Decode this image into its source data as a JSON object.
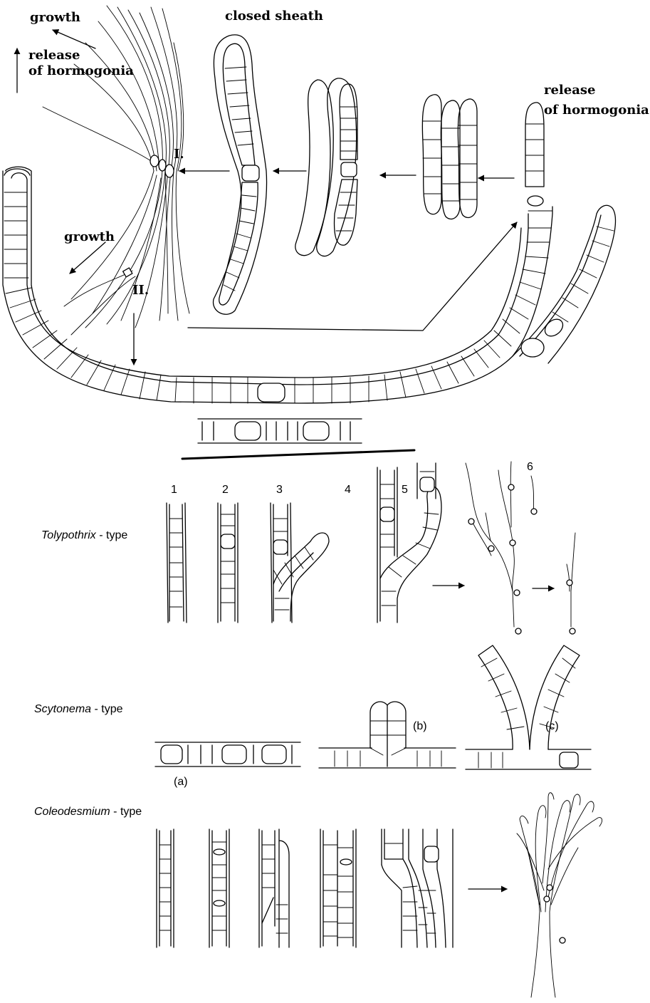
{
  "labels": {
    "growth_top": "growth",
    "closed_sheath": "closed sheath",
    "release_left": "release",
    "of_hormogonia_left": "of  hormogonia",
    "release_right": "release",
    "of_hormogonia_right": "of hormogonia",
    "roman_one": "I.",
    "roman_two": "II.",
    "growth_mid": "growth"
  },
  "tolypothrix": {
    "genus": "Tolypothrix",
    "suffix": " - type",
    "stages": [
      "1",
      "2",
      "3",
      "4",
      "5",
      "6"
    ]
  },
  "scytonema": {
    "genus": "Scytonema",
    "suffix": " - type",
    "panels": [
      "(a)",
      "(b)",
      "(c)"
    ]
  },
  "coleodesmium": {
    "genus": "Coleodesmium",
    "suffix": " - type"
  }
}
